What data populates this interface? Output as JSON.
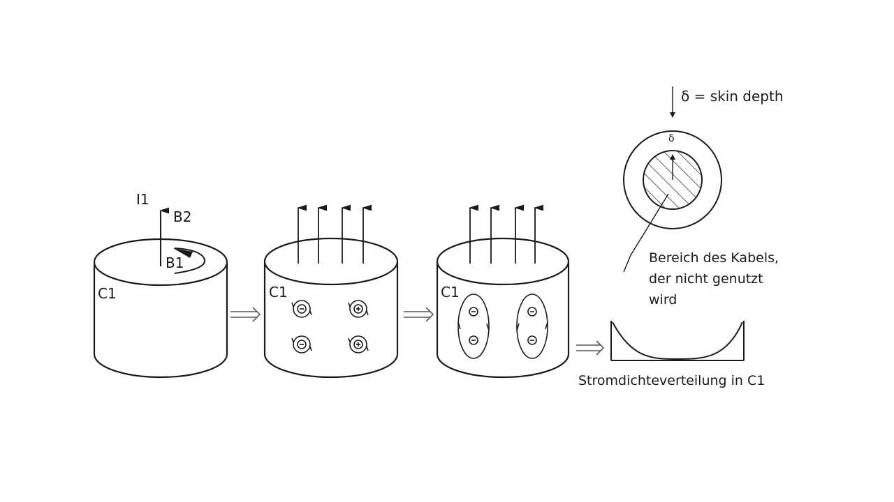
{
  "labels": {
    "cyl1_c1": "C1",
    "cyl2_c1": "C1",
    "cyl3_c1": "C1",
    "i1": "I1",
    "b2": "B2",
    "b1": "B1",
    "delta_legend": "δ = skin depth",
    "delta_symbol": "δ",
    "cable_area_line1": "Bereich des Kabels,",
    "cable_area_line2": "der nicht genutzt",
    "cable_area_line3": "wird",
    "current_density": "Stromdichteverteilung in C1"
  }
}
